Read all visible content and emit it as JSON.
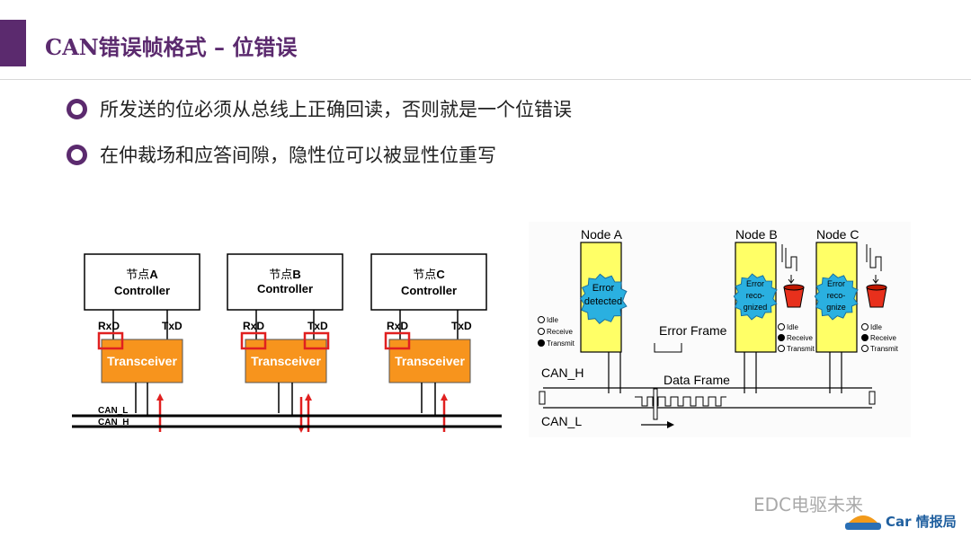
{
  "header": {
    "title": "CAN错误帧格式  –  位错误",
    "accent_color": "#5b2a6e"
  },
  "bullets": [
    "所发送的位必须从总线上正确回读，否则就是一个位错误",
    "在仲裁场和应答间隙，隐性位可以被显性位重写"
  ],
  "left_diagram": {
    "nodes": [
      {
        "name_prefix": "节点",
        "name_letter": "A",
        "controller": "Controller",
        "rxd": "RxD",
        "txd": "TxD",
        "transceiver": "Transceiver"
      },
      {
        "name_prefix": "节点",
        "name_letter": "B",
        "controller": "Controller",
        "rxd": "RxD",
        "txd": "TxD",
        "transceiver": "Transceiver"
      },
      {
        "name_prefix": "节点",
        "name_letter": "C",
        "controller": "Controller",
        "rxd": "RxD",
        "txd": "TxD",
        "transceiver": "Transceiver"
      }
    ],
    "can_l": "CAN_L",
    "can_h": "CAN_H"
  },
  "right_diagram": {
    "node_a": "Node A",
    "node_b": "Node B",
    "node_c": "Node C",
    "error_a": [
      "Error",
      "detected"
    ],
    "error_b": [
      "Error",
      "reco-",
      "gnized"
    ],
    "error_c": [
      "Error",
      "reco-",
      "gnize"
    ],
    "legend": [
      "Idle",
      "Receive",
      "Transmit"
    ],
    "error_frame": "Error Frame",
    "data_frame": "Data Frame",
    "can_h": "CAN_H",
    "can_l": "CAN_L"
  },
  "watermark": {
    "line1": "EDC电驱未来",
    "line2": "Car 情报局"
  }
}
